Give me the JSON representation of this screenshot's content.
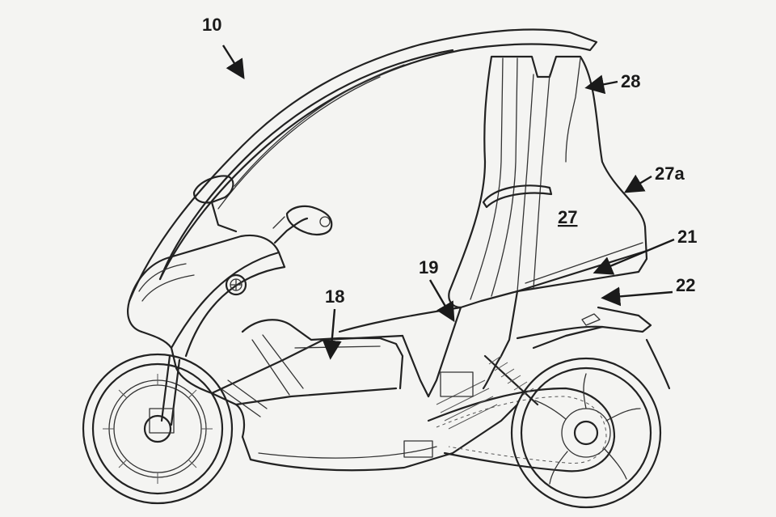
{
  "figure": {
    "labels": {
      "ref_10": "10",
      "ref_28": "28",
      "ref_27a": "27a",
      "ref_27": "27",
      "ref_21": "21",
      "ref_22": "22",
      "ref_19": "19",
      "ref_18": "18"
    },
    "colors": {
      "background": "#f4f4f2",
      "line": "#222222"
    }
  }
}
